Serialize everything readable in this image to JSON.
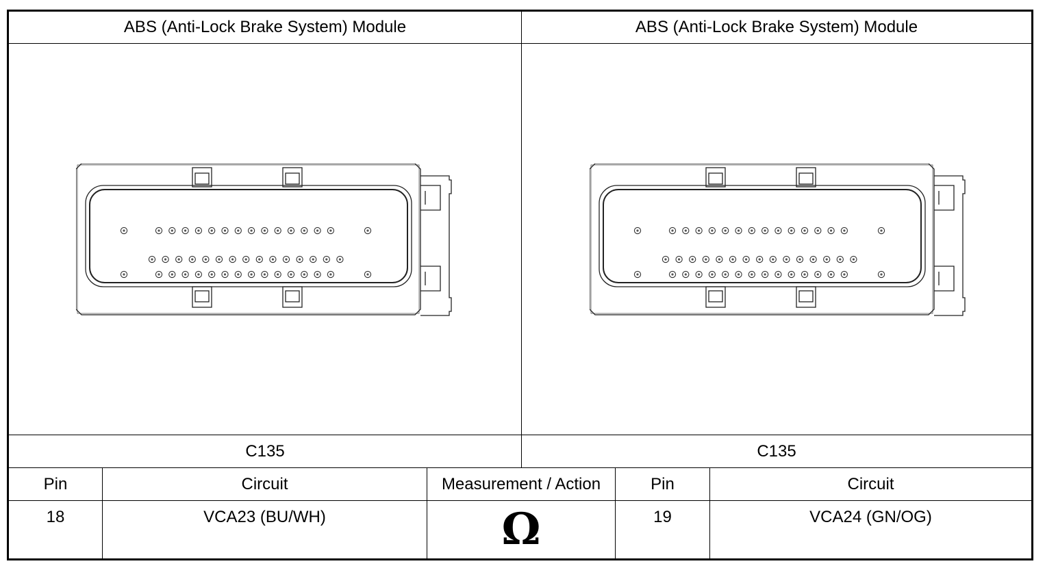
{
  "left_panel": {
    "title": "ABS (Anti-Lock Brake System) Module",
    "connector": "C135"
  },
  "right_panel": {
    "title": "ABS (Anti-Lock Brake System) Module",
    "connector": "C135"
  },
  "table": {
    "headers": [
      "Pin",
      "Circuit",
      "Measurement / Action",
      "Pin",
      "Circuit"
    ],
    "row": {
      "pin_a": "18",
      "circuit_a": "VCA23 (BU/WH)",
      "measurement": "Ω",
      "pin_b": "19",
      "circuit_b": "VCA24 (GN/OG)"
    }
  },
  "icons": {
    "measurement": "ohm-symbol-icon"
  }
}
